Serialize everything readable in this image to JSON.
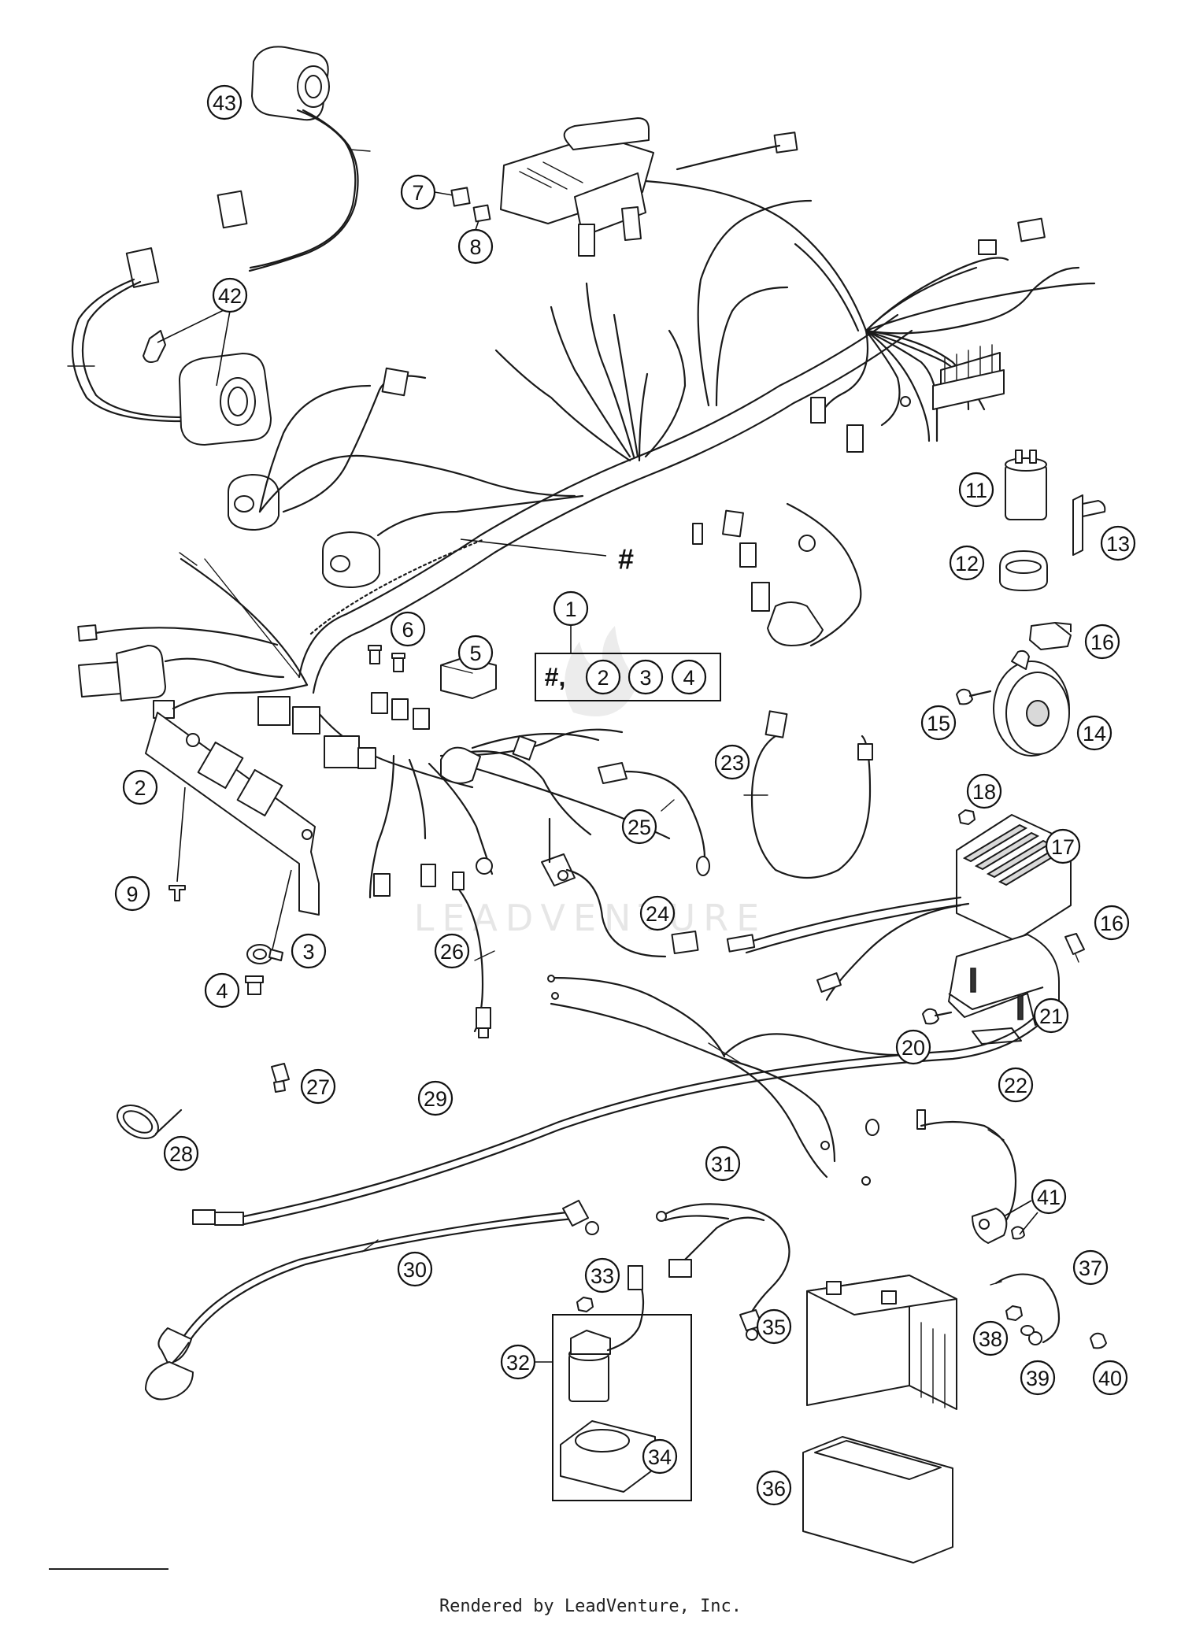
{
  "callouts": {
    "c1": "1",
    "c2": "2",
    "c3": "3",
    "c4": "4",
    "c5": "5",
    "c6": "6",
    "c7": "7",
    "c8": "8",
    "c9": "9",
    "c11": "11",
    "c12": "12",
    "c13": "13",
    "c14": "14",
    "c15": "15",
    "c16a": "16",
    "c16b": "16",
    "c17": "17",
    "c18": "18",
    "c20": "20",
    "c21": "21",
    "c22": "22",
    "c23": "23",
    "c24": "24",
    "c25": "25",
    "c26": "26",
    "c27": "27",
    "c28": "28",
    "c29": "29",
    "c30": "30",
    "c31": "31",
    "c32": "32",
    "c33": "33",
    "c34": "34",
    "c35": "35",
    "c36": "36",
    "c37": "37",
    "c38": "38",
    "c39": "39",
    "c40": "40",
    "c41": "41",
    "c42": "42",
    "c43": "43"
  },
  "hash_label": "#",
  "kit_box": {
    "hash": "#,",
    "i2": "2",
    "i3": "3",
    "i4": "4"
  },
  "watermark": "LEADVENTURE",
  "footer": "Rendered by LeadVenture, Inc."
}
